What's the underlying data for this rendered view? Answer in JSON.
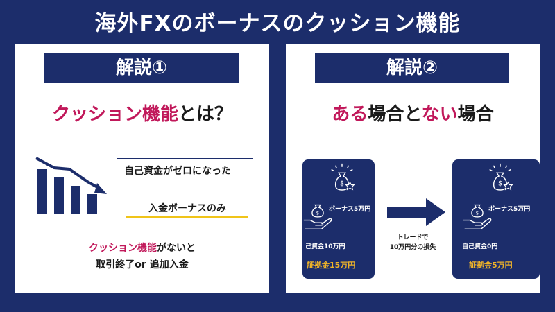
{
  "title": "海外FXのボーナスのクッション機能",
  "left_panel": {
    "heading": "解説①",
    "subtitle_accent": "クッション機能",
    "subtitle_rest": "とは？",
    "zero_text": "自己資金がゼロになった",
    "bonus_only": "入金ボーナスのみ",
    "note_accent": "クッション機能",
    "note_rest": "がないと",
    "note_line2": "取引終了or 追加入金"
  },
  "right_panel": {
    "heading": "解説②",
    "subtitle_accent": "ある",
    "subtitle_rest": "場合と",
    "subtitle_accent2": "ない",
    "subtitle_rest2": "場合",
    "card1": {
      "bonus": "ボーナス5万円",
      "own": "己資金10万円",
      "margin": "証拠金15万円"
    },
    "card2": {
      "bonus": "ボーナス5万円",
      "own": "自己資金0円",
      "margin": "証拠金5万円"
    },
    "loss_line1": "トレードで",
    "loss_line2": "10万円分の損失"
  },
  "colors": {
    "navy": "#1c2d6b",
    "accent": "#c1185a",
    "gold": "#f0b429",
    "underline": "#f0c419"
  }
}
